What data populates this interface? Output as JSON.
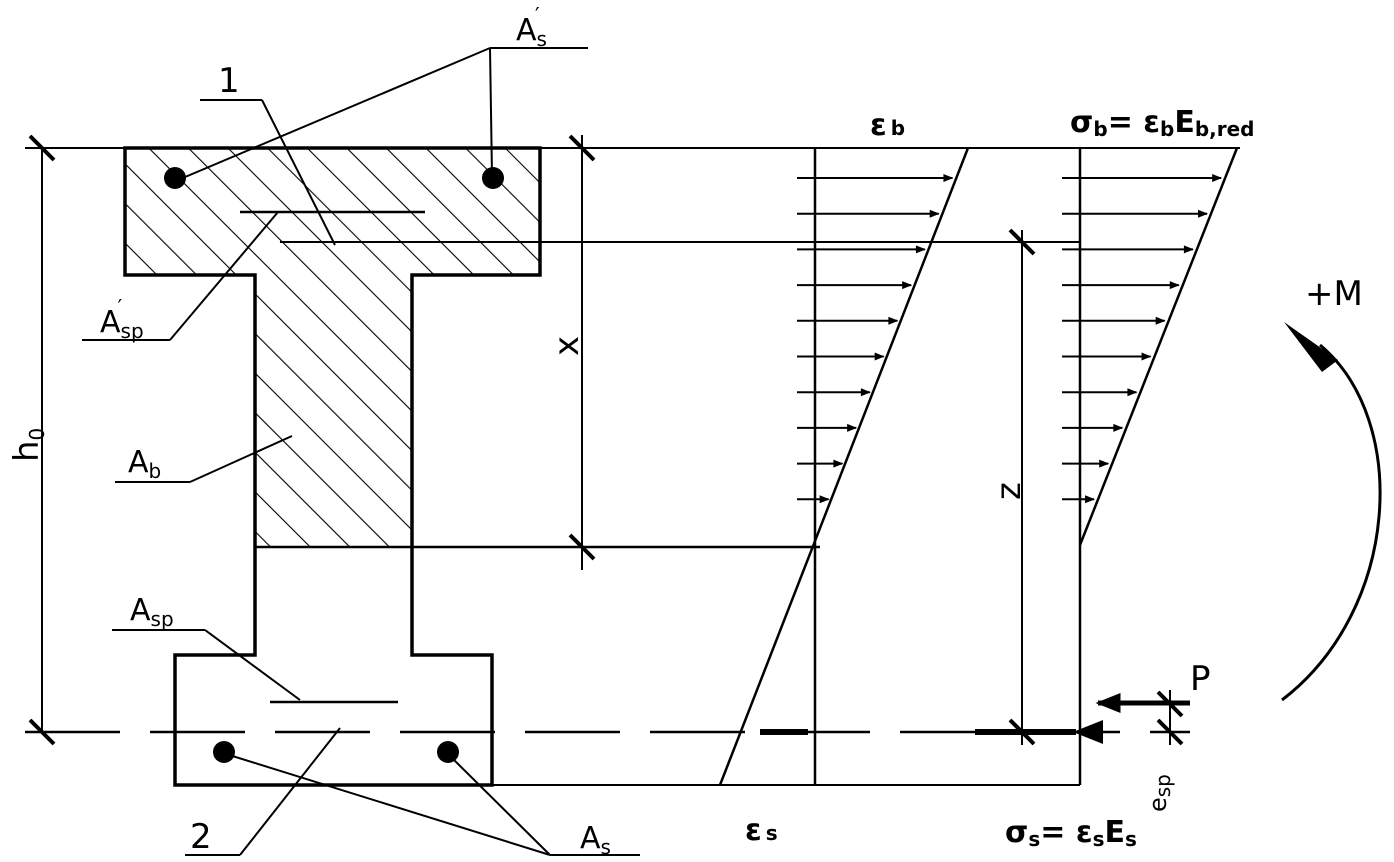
{
  "labels": {
    "as_prime": "A",
    "as_prime_sub": "s",
    "as_prime_mark": "′",
    "asp_prime": "A",
    "asp_prime_sub": "sp",
    "asp_prime_mark": "′",
    "ab": "A",
    "ab_sub": "b",
    "asp": "A",
    "asp_sub": "sp",
    "as": "A",
    "as_sub": "s",
    "num1": "1",
    "num2": "2",
    "h0": "h",
    "h0_sub": "0",
    "x": "x",
    "z": "z",
    "eps_b": "ε",
    "eps_b_sub": "b",
    "sigma_b": "σ",
    "sigma_b_sub": "b",
    "sigma_b_eq": "= ε",
    "sigma_b_eq_sub": "b",
    "sigma_b_E": "E",
    "sigma_b_E_sub": "b,red",
    "eps_s": "ε",
    "eps_s_sub": "s",
    "sigma_s": "σ",
    "sigma_s_sub": "s",
    "sigma_s_eq": "= ε",
    "sigma_s_eq_sub": "s",
    "sigma_s_E": "E",
    "sigma_s_E_sub": "s",
    "esp": "e",
    "esp_sub": "sp",
    "P": "P",
    "M": "+M"
  }
}
